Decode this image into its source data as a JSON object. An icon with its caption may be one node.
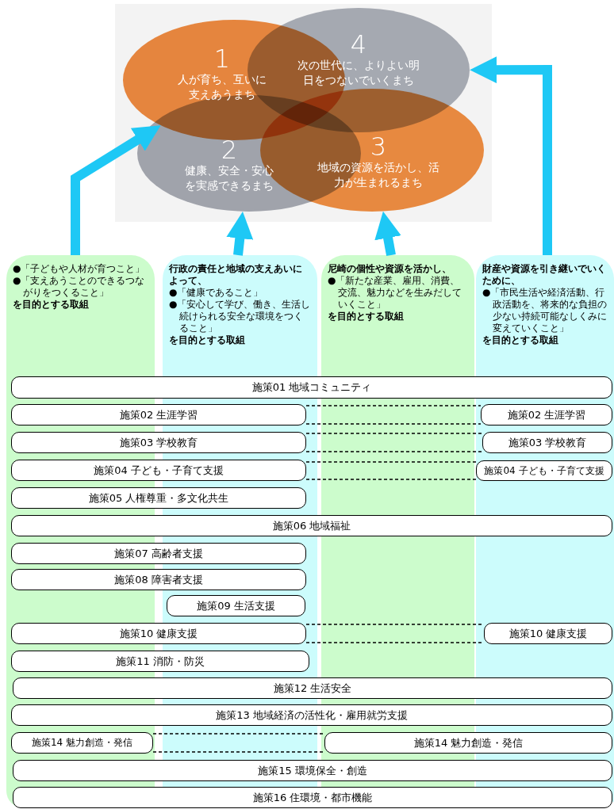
{
  "diagram": {
    "nodes": [
      {
        "text": [
          "1",
          "人が育ち、互いに支えあうまち"
        ]
      },
      {
        "text": [
          "2",
          "健康、安全・安心を実感できるまち"
        ]
      },
      {
        "text": [
          "3",
          "地域の資源を活かし、活力が生まれるまち"
        ]
      },
      {
        "text": [
          "4",
          "次の世代に、よりよい明日をつないでいくまち"
        ]
      },
      {
        "text": [
          "●「子どもや人材が育つこと」",
          "●「支えあうことのできるつながりをつくること」",
          "を目的とする取組"
        ]
      },
      {
        "text": [
          "行政の責任と地域の支えあいによって、",
          "●「健康であること」",
          "●「安心して学び、働き、生活し続けられる安全な環境をつくること」",
          "を目的とする取組"
        ]
      },
      {
        "text": [
          "尼崎の個性や資源を活かし、",
          "●「新たな産業、雇用、消費、交流、魅力などを生みだしていくこと」",
          "を目的とする取組"
        ]
      },
      {
        "text": [
          "財産や資源を引き継いでいくために、",
          "●「市民生活や経済活動、行政活動を、将来的な負担の少ない持続可能なしくみに変えていくこと」",
          "を目的とする取組"
        ]
      },
      {
        "text": [
          "施策01 地域コミュニティ"
        ]
      },
      {
        "text": [
          "施策02 生涯学習"
        ]
      },
      {
        "text": [
          "施策02 生涯学習"
        ]
      },
      {
        "text": [
          "施策03 学校教育"
        ]
      },
      {
        "text": [
          "施策03 学校教育"
        ]
      },
      {
        "text": [
          "施策04 子ども・子育て支援"
        ]
      },
      {
        "text": [
          "施策04 子ども・子育て支援"
        ]
      },
      {
        "text": [
          "施策05 人権尊重・多文化共生"
        ]
      },
      {
        "text": [
          "施策06 地域福祉"
        ]
      },
      {
        "text": [
          "施策07 高齢者支援"
        ]
      },
      {
        "text": [
          "施策08 障害者支援"
        ]
      },
      {
        "text": [
          "施策09 生活支援"
        ]
      },
      {
        "text": [
          "施策10 健康支援"
        ]
      },
      {
        "text": [
          "施策10 健康支援"
        ]
      },
      {
        "text": [
          "施策11 消防・防災"
        ]
      },
      {
        "text": [
          "施策12 生活安全"
        ]
      },
      {
        "text": [
          "施策13 地域経済の活性化・雇用就労支援"
        ]
      },
      {
        "text": [
          "施策14 魅力創造・発信"
        ]
      },
      {
        "text": [
          "施策14 魅力創造・発信"
        ]
      },
      {
        "text": [
          "施策15 環境保全・創造"
        ]
      },
      {
        "text": [
          "施策16 住環境・都市機能"
        ]
      }
    ],
    "edges": [
      {
        "from": 4,
        "to": 0,
        "arrow": "to",
        "style": "thick",
        "color": "#1ec8f5"
      },
      {
        "from": 5,
        "to": 1,
        "arrow": "to",
        "style": "thick",
        "color": "#1ec8f5"
      },
      {
        "from": 6,
        "to": 2,
        "arrow": "to",
        "style": "thick",
        "color": "#1ec8f5"
      },
      {
        "from": 7,
        "to": 3,
        "arrow": "to",
        "style": "thick",
        "color": "#1ec8f5"
      },
      {
        "from": 9,
        "to": 10,
        "arrow": "none",
        "style": "dashed"
      },
      {
        "from": 11,
        "to": 12,
        "arrow": "none",
        "style": "dashed"
      },
      {
        "from": 13,
        "to": 14,
        "arrow": "none",
        "style": "dashed"
      },
      {
        "from": 20,
        "to": 21,
        "arrow": "none",
        "style": "dashed"
      },
      {
        "from": 25,
        "to": 26,
        "arrow": "none",
        "style": "dashed"
      }
    ]
  }
}
